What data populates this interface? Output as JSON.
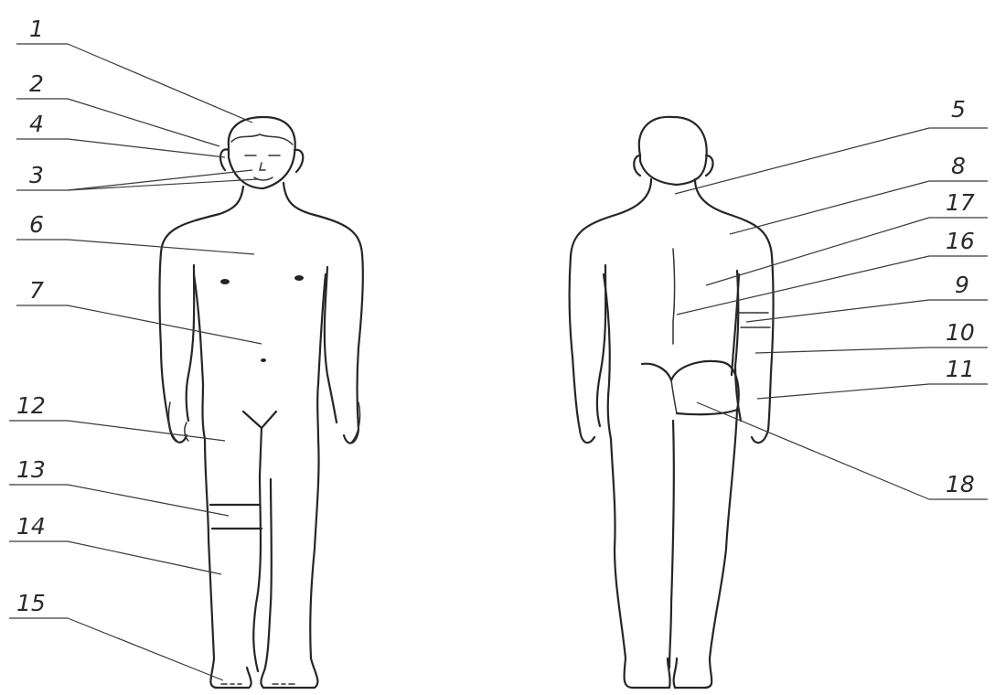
{
  "labels_front": [
    "1",
    "2",
    "4",
    "3",
    "6",
    "7",
    "12",
    "13",
    "14",
    "15"
  ],
  "labels_back": [
    "5",
    "8",
    "17",
    "16",
    "9",
    "10",
    "11",
    "18"
  ]
}
